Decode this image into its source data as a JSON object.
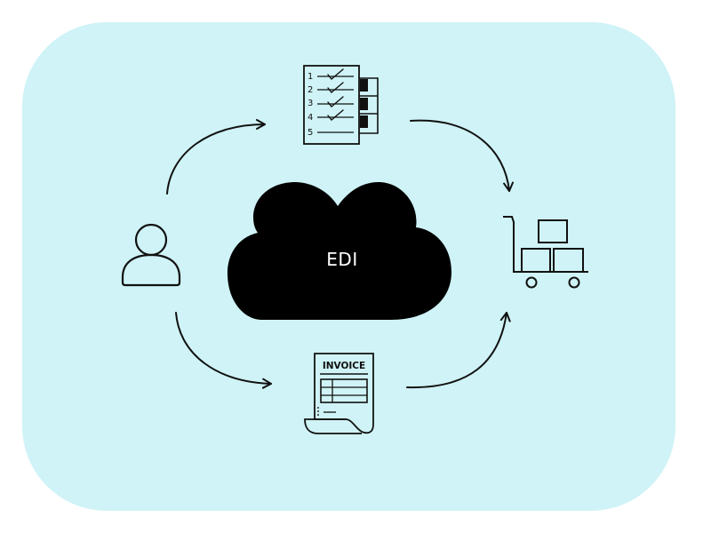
{
  "colors": {
    "background": "#ffffff",
    "panel": "#cff3f6",
    "stroke": "#111111",
    "cloud": "#000000",
    "cloud_text": "#ffffff"
  },
  "cloud": {
    "label": "EDI",
    "icon": "cloud-icon"
  },
  "checklist": {
    "icon": "checklist-icon",
    "numbers": [
      "1",
      "2",
      "3",
      "4",
      "5"
    ]
  },
  "invoice": {
    "icon": "invoice-icon",
    "title": "INVOICE"
  },
  "user": {
    "icon": "user-icon"
  },
  "delivery": {
    "icon": "hand-truck-with-boxes-icon"
  },
  "arrows": [
    {
      "from": "user",
      "to": "checklist"
    },
    {
      "from": "checklist",
      "to": "delivery"
    },
    {
      "from": "user",
      "to": "invoice"
    },
    {
      "from": "invoice",
      "to": "delivery"
    }
  ]
}
